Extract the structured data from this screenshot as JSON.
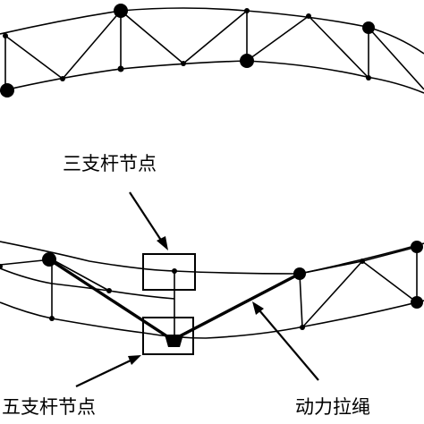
{
  "labels": {
    "three_bar_node": "三支杆节点",
    "five_bar_node": "五支杆节点",
    "power_cable": "动力拉绳"
  },
  "colors": {
    "stroke": "#000000",
    "background": "#ffffff"
  }
}
